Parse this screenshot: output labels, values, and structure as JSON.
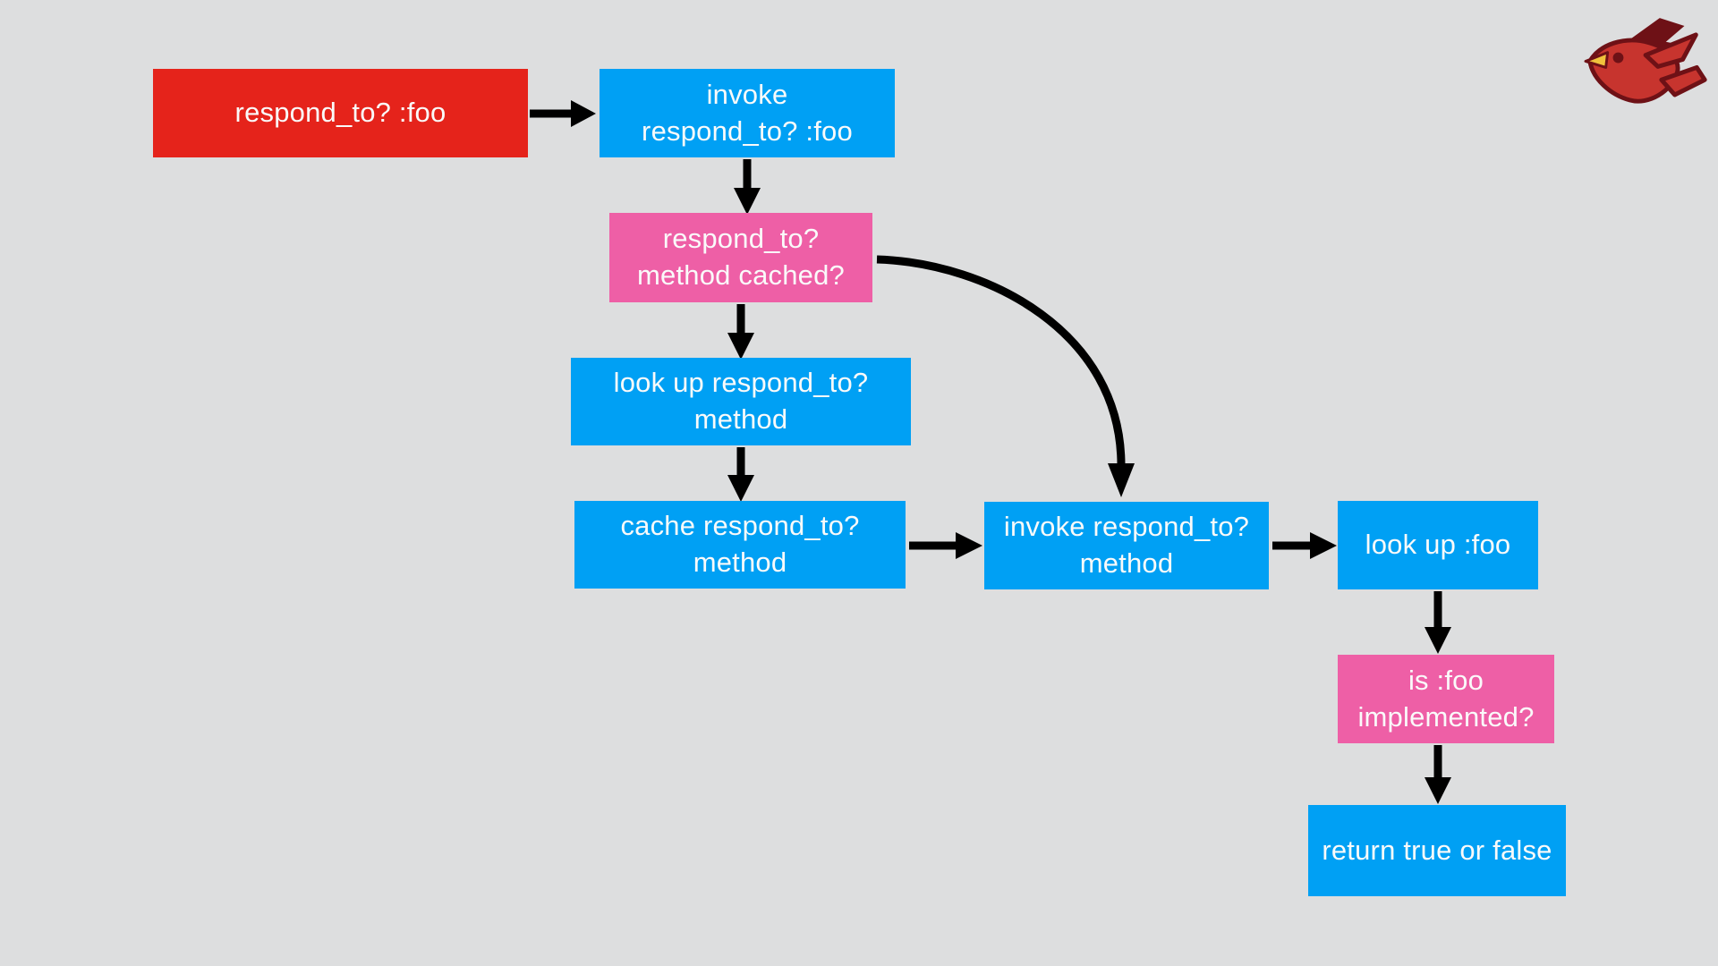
{
  "diagram": {
    "kind": "flowchart",
    "background": "#DDDEDF",
    "colors": {
      "start_node": "#E5231B",
      "process_node": "#00A0F4",
      "decision_node": "#EE5FA6",
      "arrow": "#000000",
      "node_text": "#FAFAFA"
    },
    "nodes": [
      {
        "id": "respond-to-foo",
        "kind": "start",
        "label": "respond_to? :foo"
      },
      {
        "id": "invoke-respond-to-foo",
        "kind": "process",
        "label": "invoke\nrespond_to? :foo"
      },
      {
        "id": "respond-to-method-cached",
        "kind": "decision",
        "label": "respond_to?\nmethod cached?"
      },
      {
        "id": "look-up-respond-to-method",
        "kind": "process",
        "label": "look up respond_to?\nmethod"
      },
      {
        "id": "cache-respond-to-method",
        "kind": "process",
        "label": "cache respond_to?\nmethod"
      },
      {
        "id": "invoke-respond-to-method",
        "kind": "process",
        "label": "invoke respond_to?\nmethod"
      },
      {
        "id": "look-up-foo",
        "kind": "process",
        "label": "look up :foo"
      },
      {
        "id": "is-foo-implemented",
        "kind": "decision",
        "label": "is :foo\nimplemented?"
      },
      {
        "id": "return-true-or-false",
        "kind": "process",
        "label": "return true or false"
      }
    ],
    "edges": [
      {
        "from": "respond-to-foo",
        "to": "invoke-respond-to-foo",
        "shape": "straight-right"
      },
      {
        "from": "invoke-respond-to-foo",
        "to": "respond-to-method-cached",
        "shape": "straight-down"
      },
      {
        "from": "respond-to-method-cached",
        "to": "look-up-respond-to-method",
        "shape": "straight-down"
      },
      {
        "from": "respond-to-method-cached",
        "to": "invoke-respond-to-method",
        "shape": "curve-right-down"
      },
      {
        "from": "look-up-respond-to-method",
        "to": "cache-respond-to-method",
        "shape": "straight-down"
      },
      {
        "from": "cache-respond-to-method",
        "to": "invoke-respond-to-method",
        "shape": "straight-right"
      },
      {
        "from": "invoke-respond-to-method",
        "to": "look-up-foo",
        "shape": "straight-right"
      },
      {
        "from": "look-up-foo",
        "to": "is-foo-implemented",
        "shape": "straight-down"
      },
      {
        "from": "is-foo-implemented",
        "to": "return-true-or-false",
        "shape": "straight-down"
      }
    ],
    "logo": {
      "icon": "red-bird-icon",
      "body_color": "#C7342E",
      "wing_color": "#6E1116",
      "beak_color": "#F0C23C"
    }
  }
}
